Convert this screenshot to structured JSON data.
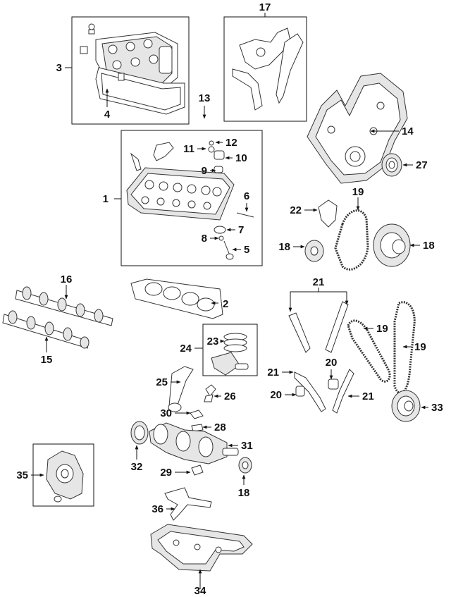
{
  "callouts": {
    "c1": "1",
    "c2": "2",
    "c3": "3",
    "c4": "4",
    "c5": "5",
    "c6": "6",
    "c7": "7",
    "c8": "8",
    "c9": "9",
    "c10": "10",
    "c11": "11",
    "c12": "12",
    "c13": "13",
    "c14": "14",
    "c15": "15",
    "c16": "16",
    "c17": "17",
    "c18a": "18",
    "c18b": "18",
    "c18c": "18",
    "c19a": "19",
    "c19b": "19",
    "c19c": "19",
    "c20a": "20",
    "c20b": "20",
    "c21a": "21",
    "c21b": "21",
    "c21c": "21",
    "c22": "22",
    "c23": "23",
    "c24": "24",
    "c25": "25",
    "c26": "26",
    "c27": "27",
    "c28": "28",
    "c29": "29",
    "c30": "30",
    "c31": "31",
    "c32": "32",
    "c33": "33",
    "c34": "34",
    "c35": "35",
    "c36": "36"
  }
}
